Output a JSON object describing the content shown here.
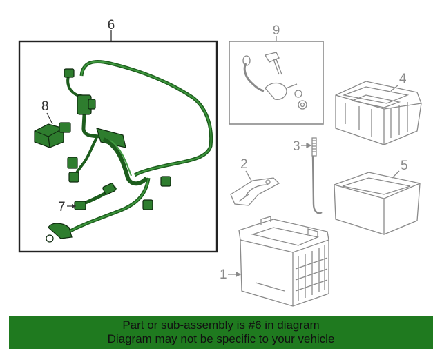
{
  "callouts": {
    "n1": "1",
    "n2": "2",
    "n3": "3",
    "n4": "4",
    "n5": "5",
    "n6": "6",
    "n7": "7",
    "n8": "8",
    "n9": "9"
  },
  "banner": {
    "line1": "Part or sub-assembly is #6 in diagram",
    "line2": "Diagram may not be specific to your vehicle"
  },
  "colors": {
    "highlight": "#2e7d2e",
    "banner_bg": "#1f7a1f",
    "line_grey": "#8a8a8a",
    "frame": "#222222"
  }
}
